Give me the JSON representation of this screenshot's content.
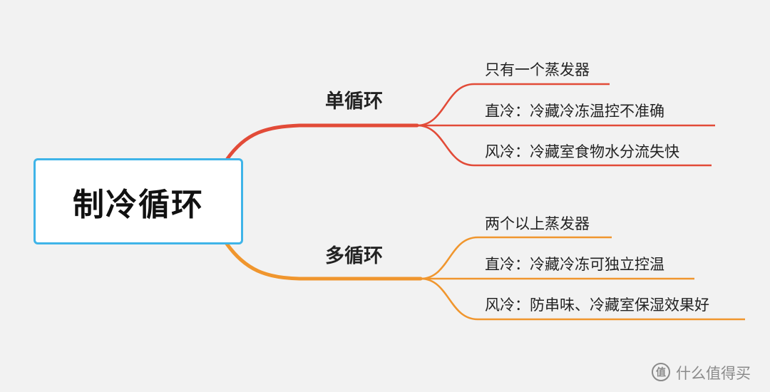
{
  "root": {
    "label": "制冷循环"
  },
  "colors": {
    "root_border": "#3fb4e8",
    "branch_single": "#e24b38",
    "branch_multi": "#f0962e",
    "background": "#f2f2f2"
  },
  "branches": [
    {
      "label": "单循环",
      "color": "#e24b38",
      "items": [
        {
          "label": "只有一个蒸发器"
        },
        {
          "label": "直冷：冷藏冷冻温控不准确"
        },
        {
          "label": "风冷：冷藏室食物水分流失快"
        }
      ]
    },
    {
      "label": "多循环",
      "color": "#f0962e",
      "items": [
        {
          "label": "两个以上蒸发器"
        },
        {
          "label": "直冷：冷藏冷冻可独立控温"
        },
        {
          "label": "风冷：防串味、冷藏室保湿效果好"
        }
      ]
    }
  ],
  "watermark": {
    "icon": "zhi-logo-icon",
    "glyph": "值",
    "text": "什么值得买"
  }
}
